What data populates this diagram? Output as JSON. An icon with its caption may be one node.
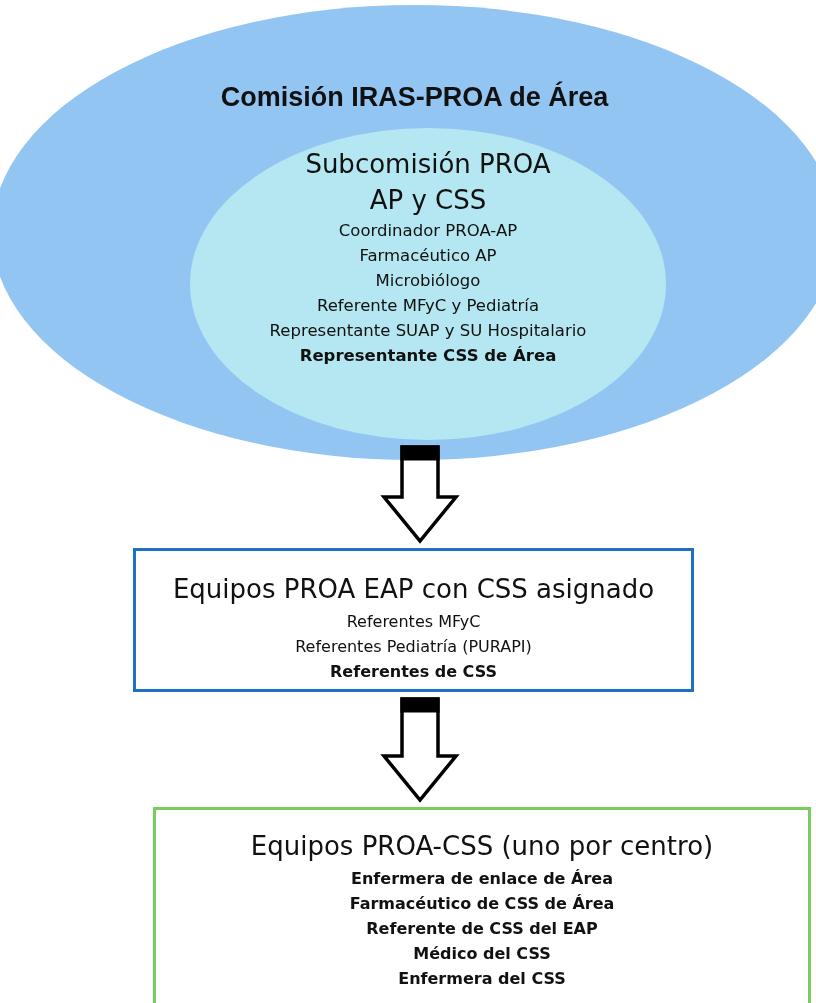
{
  "diagram": {
    "nodes": [
      {
        "text": [
          "Comisión IRAS-PROA de Área"
        ]
      },
      {
        "text": [
          "Subcomisión PROA AP y CSS",
          "Coordinador PROA-AP",
          "Farmacéutico AP",
          "Microbiólogo",
          "Referente MFyC y Pediatría",
          "Representante SUAP y  SU Hospitalario",
          "**Representante CSS de Área**"
        ],
        "in": 0
      },
      {
        "text": [
          "Equipos PROA EAP con CSS asignado",
          "Referentes MFyC",
          "Referentes Pediatría (PURAPI)",
          "**Referentes de CSS**"
        ]
      },
      {
        "text": [
          "Equipos PROA-CSS (uno por centro)",
          "**Enfermera de enlace de Área**",
          "**Farmacéutico de CSS de Área**",
          "**Referente de CSS del EAP**",
          "**Médico del CSS**",
          "**Enfermera del CSS**"
        ]
      }
    ],
    "edges": [
      {
        "from": 1,
        "to": 2,
        "arrow": "to"
      },
      {
        "from": 2,
        "to": 3,
        "arrow": "to"
      }
    ]
  }
}
